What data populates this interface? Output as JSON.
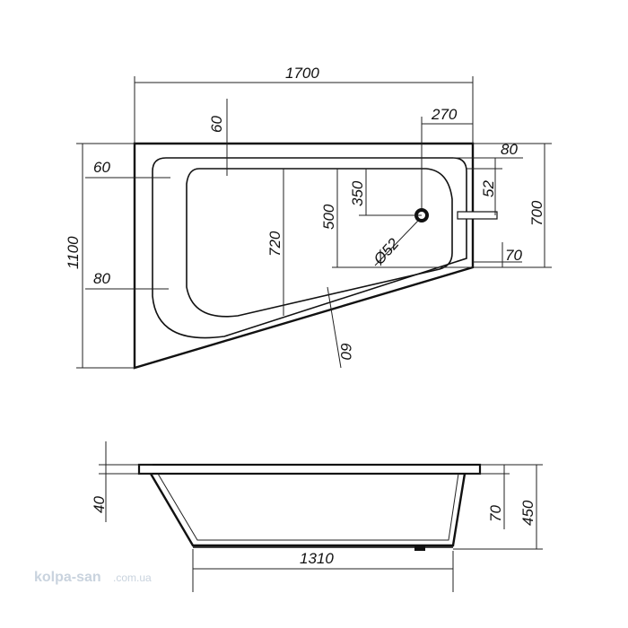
{
  "dimensions": {
    "top_width": "1700",
    "rim_top": "60",
    "drain_offset": "270",
    "right_rim": "80",
    "overflow_height": "52",
    "right_height": "700",
    "left_rim": "60",
    "drain_depth": "350",
    "inner_depth": "500",
    "inner_width": "720",
    "drain_diameter": "Ø52",
    "overflow_offset": "70",
    "total_height": "1100",
    "lower_rim": "80",
    "angle_rim": "60",
    "side_rim": "40",
    "side_depth": "70",
    "side_height": "450",
    "bottom_length": "1310"
  },
  "watermark": {
    "brand": "kolpa-san",
    "domain": ".com.ua"
  }
}
